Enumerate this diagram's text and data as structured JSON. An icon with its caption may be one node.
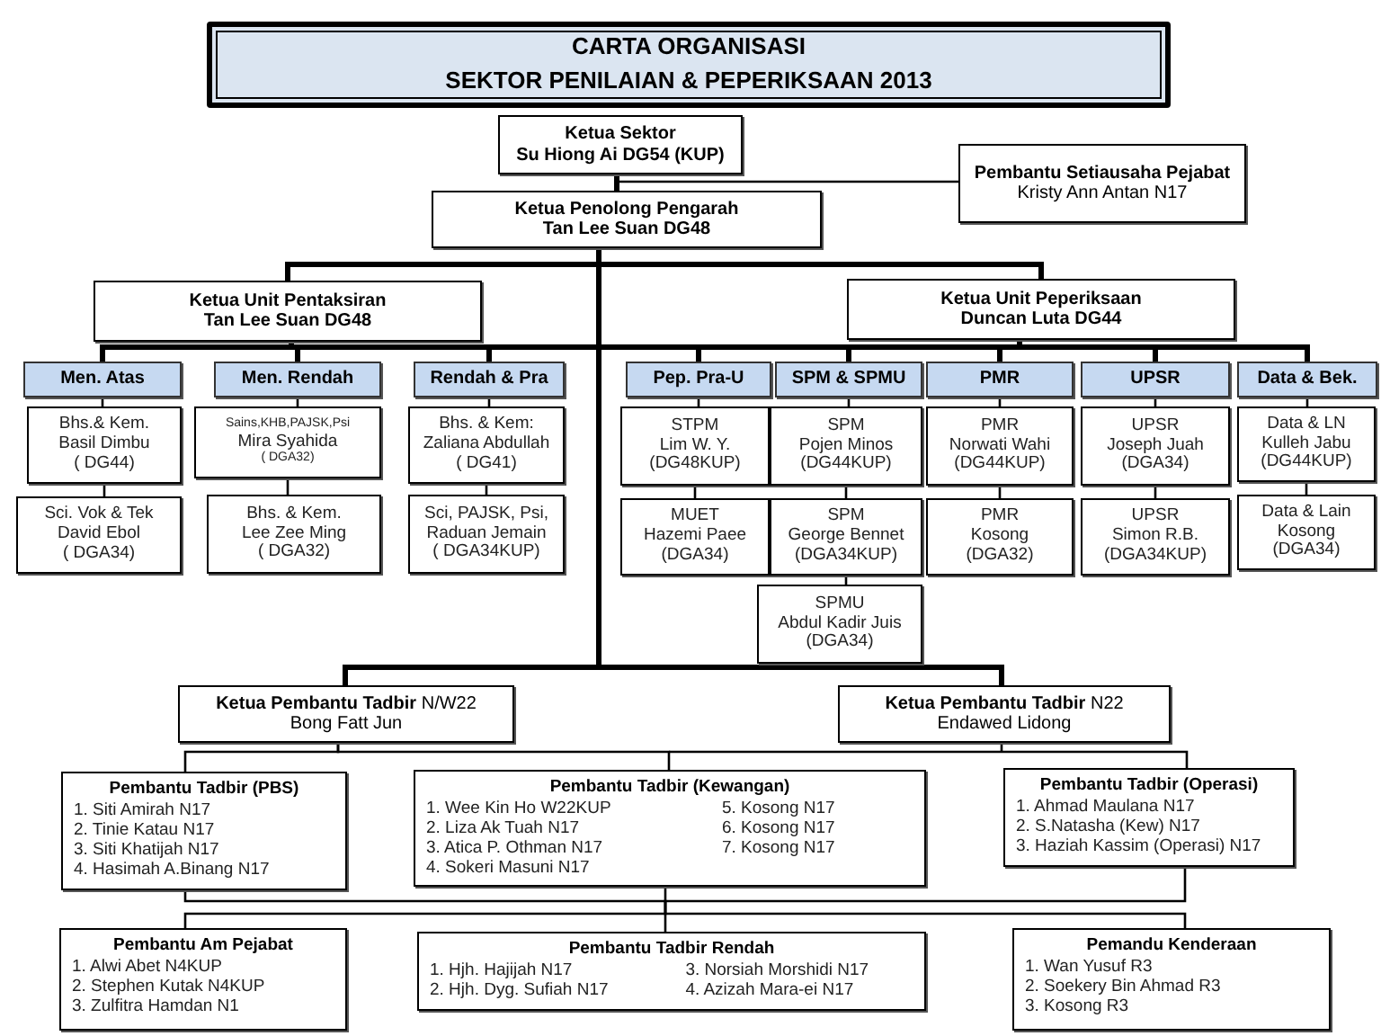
{
  "diagram": {
    "title": "CARTA ORGANISASI SEKTOR PENILAIAN & PEPERIKSAAN 2013",
    "nodes": [
      {
        "text": [
          "Ketua Sektor",
          "Su Hiong Ai DG54 (KUP)"
        ]
      },
      {
        "text": [
          "Pembantu Setiausaha Pejabat",
          "Kristy Ann Antan N17"
        ]
      },
      {
        "text": [
          "Ketua Penolong Pengarah",
          "Tan Lee Suan DG48"
        ]
      },
      {
        "text": [
          "Ketua Unit Pentaksiran",
          "Tan Lee Suan DG48"
        ]
      },
      {
        "text": [
          "Ketua Unit Peperiksaan",
          "Duncan Luta DG44"
        ]
      },
      {
        "text": [
          "Men. Atas"
        ]
      },
      {
        "text": [
          "Men. Rendah"
        ]
      },
      {
        "text": [
          "Rendah & Pra"
        ]
      },
      {
        "text": [
          "Pep. Pra-U"
        ]
      },
      {
        "text": [
          "SPM & SPMU"
        ]
      },
      {
        "text": [
          "PMR"
        ]
      },
      {
        "text": [
          "UPSR"
        ]
      },
      {
        "text": [
          "Data & Bek."
        ]
      },
      {
        "text": [
          "Bhs.& Kem.",
          "Basil Dimbu",
          "( DG44)"
        ]
      },
      {
        "text": [
          "Sci. Vok & Tek",
          "David Ebol",
          "( DGA34)"
        ]
      },
      {
        "text": [
          "Sains,KHB,PAJSK,Psi",
          "Mira Syahida",
          "( DGA32)"
        ]
      },
      {
        "text": [
          "Bhs. & Kem.",
          "Lee Zee Ming",
          "( DGA32)"
        ]
      },
      {
        "text": [
          "Bhs. & Kem:",
          "Zaliana Abdullah",
          "( DG41)"
        ]
      },
      {
        "text": [
          "Sci, PAJSK, Psi,",
          "Raduan Jemain",
          "( DGA34KUP)"
        ]
      },
      {
        "text": [
          "STPM",
          "Lim W. Y.",
          "(DG48KUP)"
        ]
      },
      {
        "text": [
          "MUET",
          "Hazemi Paee",
          "(DGA34)"
        ]
      },
      {
        "text": [
          "SPM",
          "Pojen Minos",
          "(DG44KUP)"
        ]
      },
      {
        "text": [
          "SPM",
          "George Bennet",
          "(DGA34KUP)"
        ]
      },
      {
        "text": [
          "SPMU",
          "Abdul Kadir Juis",
          "(DGA34)"
        ]
      },
      {
        "text": [
          "PMR",
          "Norwati Wahi",
          "(DG44KUP)"
        ]
      },
      {
        "text": [
          "PMR",
          "Kosong",
          "(DGA32)"
        ]
      },
      {
        "text": [
          "UPSR",
          "Joseph Juah",
          "(DGA34)"
        ]
      },
      {
        "text": [
          "UPSR",
          "Simon R.B.",
          "(DGA34KUP)"
        ]
      },
      {
        "text": [
          "Data & LN",
          "Kulleh Jabu",
          "(DG44KUP)"
        ]
      },
      {
        "text": [
          "Data & Lain",
          "Kosong",
          "(DGA34)"
        ]
      },
      {
        "text": [
          "**Ketua Pembantu Tadbir** N/W22",
          "Bong Fatt Jun"
        ]
      },
      {
        "text": [
          "**Ketua Pembantu Tadbir** N22",
          "Endawed Lidong"
        ]
      },
      {
        "text": [
          "Pembantu Tadbir (PBS)",
          "1. Siti Amirah N17",
          "2. Tinie Katau N17",
          "3. Siti Khatijah N17",
          "4. Hasimah A.Binang N17"
        ]
      },
      {
        "text": [
          "Pembantu Tadbir (Kewangan)",
          "1. Wee Kin Ho W22KUP",
          "2. Liza Ak Tuah N17",
          "3. Atica P. Othman N17",
          "4. Sokeri Masuni N17",
          "5. Kosong N17",
          "6. Kosong N17",
          "7. Kosong N17"
        ]
      },
      {
        "text": [
          "Pembantu Tadbir (Operasi)",
          "1. Ahmad Maulana N17",
          "2. S.Natasha (Kew) N17",
          "3. Haziah Kassim (Operasi) N17"
        ]
      },
      {
        "text": [
          "Pembantu Am Pejabat",
          "1. Alwi Abet N4KUP",
          "2. Stephen Kutak N4KUP",
          "3. Zulfitra Hamdan N1"
        ]
      },
      {
        "text": [
          "Pembantu Tadbir Rendah",
          "1. Hjh. Hajijah N17",
          "2. Hjh. Dyg. Sufiah N17",
          "3. Norsiah Morshidi N17",
          "4. Azizah Mara-ei N17"
        ]
      },
      {
        "text": [
          "Pemandu Kenderaan",
          "1. Wan Yusuf R3",
          "2. Soekery Bin Ahmad R3",
          "3. Kosong R3"
        ]
      }
    ],
    "edges": [
      {
        "from": 0,
        "to": 2,
        "arrow": "none",
        "style": "thick"
      },
      {
        "from": 0,
        "to": 1,
        "arrow": "none"
      },
      {
        "from": 2,
        "to": 3,
        "arrow": "none",
        "style": "thick"
      },
      {
        "from": 2,
        "to": 4,
        "arrow": "none",
        "style": "thick"
      },
      {
        "from": 3,
        "to": 5,
        "arrow": "none",
        "style": "thick"
      },
      {
        "from": 3,
        "to": 6,
        "arrow": "none",
        "style": "thick"
      },
      {
        "from": 3,
        "to": 7,
        "arrow": "none",
        "style": "thick"
      },
      {
        "from": 4,
        "to": 8,
        "arrow": "none",
        "style": "thick"
      },
      {
        "from": 4,
        "to": 9,
        "arrow": "none",
        "style": "thick"
      },
      {
        "from": 4,
        "to": 10,
        "arrow": "none",
        "style": "thick"
      },
      {
        "from": 4,
        "to": 11,
        "arrow": "none",
        "style": "thick"
      },
      {
        "from": 4,
        "to": 12,
        "arrow": "none",
        "style": "thick"
      },
      {
        "from": 5,
        "to": 13,
        "arrow": "none"
      },
      {
        "from": 13,
        "to": 14,
        "arrow": "none"
      },
      {
        "from": 6,
        "to": 15,
        "arrow": "none"
      },
      {
        "from": 15,
        "to": 16,
        "arrow": "none"
      },
      {
        "from": 7,
        "to": 17,
        "arrow": "none"
      },
      {
        "from": 17,
        "to": 18,
        "arrow": "none"
      },
      {
        "from": 8,
        "to": 19,
        "arrow": "none"
      },
      {
        "from": 19,
        "to": 20,
        "arrow": "none"
      },
      {
        "from": 9,
        "to": 21,
        "arrow": "none"
      },
      {
        "from": 21,
        "to": 22,
        "arrow": "none"
      },
      {
        "from": 22,
        "to": 23,
        "arrow": "none"
      },
      {
        "from": 10,
        "to": 24,
        "arrow": "none"
      },
      {
        "from": 24,
        "to": 25,
        "arrow": "none"
      },
      {
        "from": 11,
        "to": 26,
        "arrow": "none"
      },
      {
        "from": 26,
        "to": 27,
        "arrow": "none"
      },
      {
        "from": 12,
        "to": 28,
        "arrow": "none"
      },
      {
        "from": 28,
        "to": 29,
        "arrow": "none"
      },
      {
        "from": 2,
        "to": 30,
        "arrow": "none",
        "style": "thick"
      },
      {
        "from": 2,
        "to": 31,
        "arrow": "none",
        "style": "thick"
      },
      {
        "from": 30,
        "to": 32,
        "arrow": "none"
      },
      {
        "from": 30,
        "to": 33,
        "arrow": "none"
      },
      {
        "from": 31,
        "to": 34,
        "arrow": "none"
      },
      {
        "from": 32,
        "to": 35,
        "arrow": "none"
      },
      {
        "from": 33,
        "to": 36,
        "arrow": "none"
      },
      {
        "from": 34,
        "to": 37,
        "arrow": "none"
      }
    ]
  }
}
